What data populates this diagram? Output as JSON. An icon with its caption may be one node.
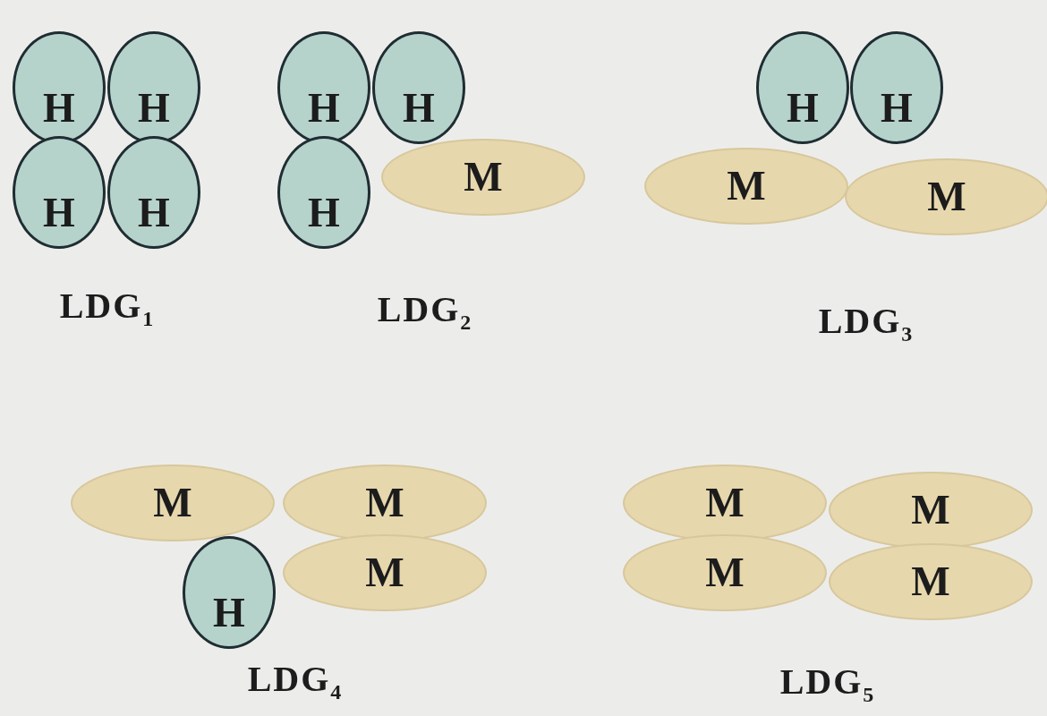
{
  "diagram": {
    "nodes": [
      {
        "text": [
          "H"
        ]
      },
      {
        "text": [
          "H"
        ]
      },
      {
        "text": [
          "H"
        ]
      },
      {
        "text": [
          "H"
        ]
      },
      {
        "text": [
          "H"
        ]
      },
      {
        "text": [
          "H"
        ]
      },
      {
        "text": [
          "H"
        ]
      },
      {
        "text": [
          "M"
        ]
      },
      {
        "text": [
          "H"
        ]
      },
      {
        "text": [
          "H"
        ]
      },
      {
        "text": [
          "M"
        ]
      },
      {
        "text": [
          "M"
        ]
      },
      {
        "text": [
          "M"
        ]
      },
      {
        "text": [
          "M"
        ]
      },
      {
        "text": [
          "H"
        ]
      },
      {
        "text": [
          "M"
        ]
      },
      {
        "text": [
          "M"
        ]
      },
      {
        "text": [
          "M"
        ]
      },
      {
        "text": [
          "M"
        ]
      },
      {
        "text": [
          "M"
        ]
      }
    ],
    "labels": [
      "LDG$_{1}$",
      "LDG$_{2}$",
      "LDG$_{3}$",
      "LDG$_{4}$",
      "LDG$_{5}$"
    ]
  }
}
